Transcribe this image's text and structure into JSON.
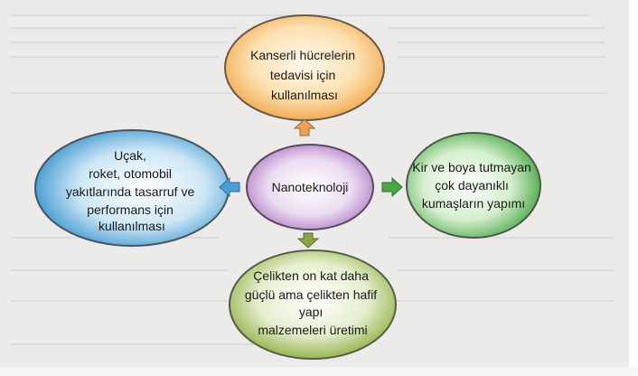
{
  "center": {
    "label": "Nanoteknoloji"
  },
  "nodes": {
    "top": {
      "lines": [
        "Kanserli hücrelerin",
        "tedavisi için",
        "kullanılması"
      ]
    },
    "left": {
      "lines": [
        "Uçak,",
        "roket, otomobil",
        "yakıtlarında tasarruf ve",
        "performans için",
        "kullanılması"
      ]
    },
    "right": {
      "lines": [
        "Kir ve boya tutmayan",
        "çok dayanıklı",
        "kumaşların yapımı"
      ]
    },
    "bottom": {
      "lines": [
        "Çelikten on kat daha",
        "güçlü ama çelikten hafif",
        "yapı",
        "malzemeleri üretimi"
      ]
    }
  },
  "colors": {
    "top_fill": "#f0a848",
    "left_fill": "#3f9ed4",
    "right_fill": "#4bb04a",
    "bottom_fill": "#8fb23a",
    "center_fill": "#b47cc6",
    "arrow_top": "#f0a050",
    "arrow_left": "#4a9fd6",
    "arrow_right": "#4aa544",
    "arrow_bottom": "#8aa642"
  },
  "icons": [
    "arrow-up-icon",
    "arrow-left-icon",
    "arrow-right-icon",
    "arrow-down-icon"
  ]
}
